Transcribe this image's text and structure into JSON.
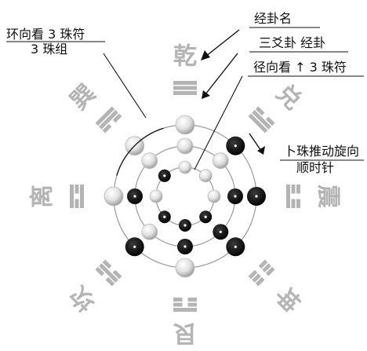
{
  "annotations": {
    "circle_view_line1": "环向看 3 珠符",
    "circle_view_line2": "3 珠组",
    "hexagram_name": "经卦名",
    "trigram": "三爻卦  经卦",
    "radial_view": "径向看 ↑ 3 珠符",
    "rotation_line1": "卜珠推动旋向",
    "rotation_line2": "顺时针"
  },
  "trigram_names": {
    "top": "乾",
    "top_right": "兑",
    "right": "震",
    "bottom_right": "坤",
    "bottom": "艮",
    "bottom_left": "坎",
    "left": "离",
    "top_left": "巽"
  },
  "colors": {
    "text": "#111111",
    "watermark": "#b4b4b4",
    "trigram_bars": "#b4b4b4",
    "bead_black": "#0a0a0a",
    "bead_white": "#d8d8d8",
    "rings": "#9a9a9a"
  }
}
